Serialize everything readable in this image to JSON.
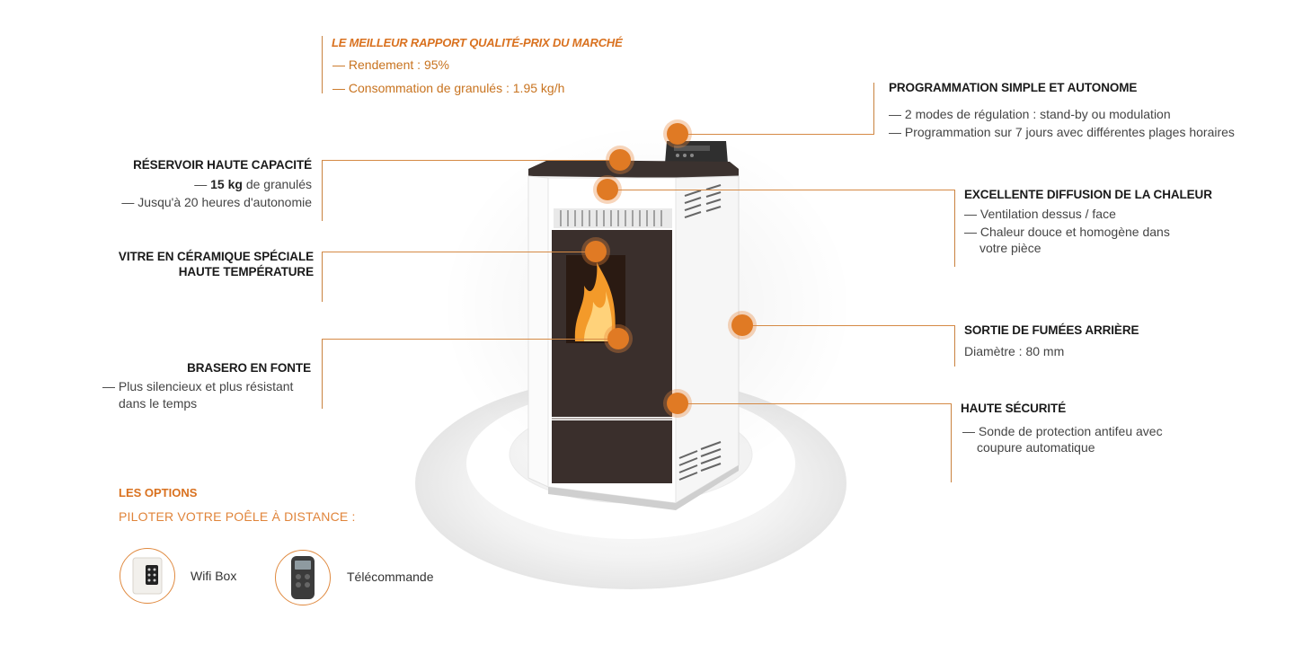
{
  "top": {
    "title": "LE MEILLEUR RAPPORT QUALITÉ-PRIX DU MARCHÉ",
    "line1": "— Rendement : 95%",
    "line2": "— Consommation de granulés : 1.95 kg/h"
  },
  "left": {
    "reservoir": {
      "title": "RÉSERVOIR HAUTE CAPACITÉ",
      "line1_prefix": "— ",
      "line1_bold": "15 kg",
      "line1_rest": " de granulés",
      "line2": "— Jusqu'à 20 heures d'autonomie"
    },
    "vitre": {
      "title1": "VITRE EN CÉRAMIQUE SPÉCIALE",
      "title2": "HAUTE TEMPÉRATURE"
    },
    "brasero": {
      "title": "BRASERO EN FONTE",
      "line1": "— Plus silencieux et plus résistant",
      "line2": "dans le temps"
    }
  },
  "right": {
    "programmation": {
      "title": "PROGRAMMATION SIMPLE ET AUTONOME",
      "line1": "— 2 modes de régulation : stand-by ou modulation",
      "line2": "— Programmation sur 7 jours avec  différentes plages horaires"
    },
    "diffusion": {
      "title": "EXCELLENTE DIFFUSION DE LA CHALEUR",
      "line1": "— Ventilation dessus / face",
      "line2": "— Chaleur douce et homogène dans",
      "line3": "votre pièce"
    },
    "fumees": {
      "title": "SORTIE DE FUMÉES ARRIÈRE",
      "line1": "Diamètre : 80 mm"
    },
    "securite": {
      "title": "HAUTE SÉCURITÉ",
      "line1": "— Sonde de protection antifeu avec",
      "line2": "coupure automatique"
    }
  },
  "options": {
    "title": "LES OPTIONS",
    "subtitle": "PILOTER VOTRE POÊLE À DISTANCE :",
    "wifi_label": "Wifi Box",
    "remote_label": "Télécommande"
  },
  "colors": {
    "accent": "#e07a24",
    "line": "#c9823f",
    "stove_body": "#ffffff",
    "stove_front": "#3a2f2c"
  }
}
